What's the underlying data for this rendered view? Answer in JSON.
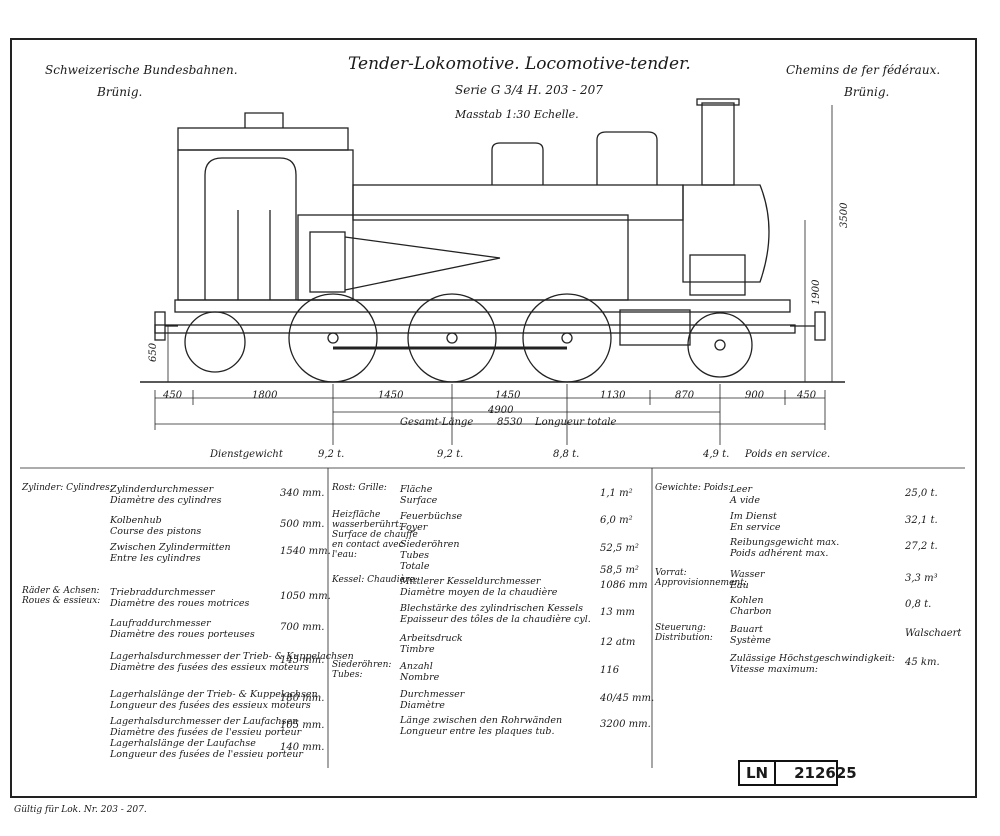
{
  "header": {
    "left_line1": "Schweizerische Bundesbahnen.",
    "left_line2": "Brünig.",
    "title": "Tender-Lokomotive. Locomotive-tender.",
    "serie": "Serie G 3/4 H.  203 - 207",
    "scale": "Masstab 1:30 Echelle.",
    "right_line1": "Chemins de fer fédéraux.",
    "right_line2": "Brünig."
  },
  "dimensions": {
    "overall_height": "3500",
    "boiler_axis": "1900",
    "buffer_height": "650",
    "segments": [
      "450",
      "1800",
      "1450",
      "1450",
      "1130",
      "870",
      "900",
      "450"
    ],
    "wheelbase": "4900",
    "total_label_de": "Gesamt-Länge",
    "total_value": "8530",
    "total_label_fr": "Longueur totale"
  },
  "weights": {
    "label": "Dienstgewicht",
    "axle1": "9,2 t.",
    "axle2": "9,2 t.",
    "axle3": "8,8 t.",
    "axle4": "4,9 t.",
    "label_fr": "Poids en service."
  },
  "table": {
    "col1": [
      {
        "group": "Zylinder: Cylindres:",
        "de": "Zylinderdurchmesser",
        "fr": "Diamètre des cylindres",
        "value": "340 mm."
      },
      {
        "group": "",
        "de": "Kolbenhub",
        "fr": "Course des pistons",
        "value": "500 mm."
      },
      {
        "group": "",
        "de": "Zwischen Zylindermitten",
        "fr": "Entre les cylindres",
        "value": "1540 mm."
      },
      {
        "group": "Räder & Achsen: Roues & essieux:",
        "de": "Triebraddurchmesser",
        "fr": "Diamètre des roues motrices",
        "value": "1050 mm."
      },
      {
        "group": "",
        "de": "Laufraddurchmesser",
        "fr": "Diamètre des roues porteuses",
        "value": "700 mm."
      },
      {
        "group": "",
        "de": "Lagerhalsdurchmesser der Trieb- & Kuppelachsen",
        "fr": "Diamètre des fusées des essieux moteurs",
        "value": "145 mm."
      },
      {
        "group": "",
        "de": "Lagerhalslänge der Trieb- & Kuppelachsen",
        "fr": "Longueur des fusées des essieux moteurs",
        "value": "180 mm."
      },
      {
        "group": "",
        "de": "Lagerhalsdurchmesser der Laufachsen",
        "fr": "Diamètre des fusées de l'essieu porteur",
        "value": "105 mm."
      },
      {
        "group": "",
        "de": "Lagerhalslänge der Laufachse",
        "fr": "Longueur des fusées de l'essieu porteur",
        "value": "140 mm."
      }
    ],
    "col2": [
      {
        "group": "Rost: Grille:",
        "de": "Fläche",
        "fr": "Surface",
        "value": "1,1 m²"
      },
      {
        "group": "Heizfläche wasserberührt: Surface de chauffe en contact avec l'eau:",
        "de": "Feuerbüchse",
        "fr": "Foyer",
        "value": "6,0 m²"
      },
      {
        "group": "",
        "de": "Siederöhren",
        "fr": "Tubes",
        "value": "52,5 m²"
      },
      {
        "group": "",
        "de": "Totale",
        "fr": "",
        "value": "58,5 m²"
      },
      {
        "group": "Kessel: Chaudière:",
        "de": "Mittlerer Kesseldurchmesser",
        "fr": "Diamètre moyen de la chaudière",
        "value": "1086 mm"
      },
      {
        "group": "",
        "de": "Blechstärke des zylindrischen Kessels",
        "fr": "Epaisseur des tôles de la chaudière cyl.",
        "value": "13 mm"
      },
      {
        "group": "",
        "de": "Arbeitsdruck",
        "fr": "Timbre",
        "value": "12 atm"
      },
      {
        "group": "Siederöhren: Tubes:",
        "de": "Anzahl",
        "fr": "Nombre",
        "value": "116"
      },
      {
        "group": "",
        "de": "Durchmesser",
        "fr": "Diamètre",
        "value": "40/45 mm."
      },
      {
        "group": "",
        "de": "Länge zwischen den Rohrwänden",
        "fr": "Longueur entre les plaques tub.",
        "value": "3200 mm."
      }
    ],
    "col3": [
      {
        "group": "Gewichte: Poids:",
        "de": "Leer",
        "fr": "A vide",
        "value": "25,0 t."
      },
      {
        "group": "",
        "de": "Im Dienst",
        "fr": "En service",
        "value": "32,1 t."
      },
      {
        "group": "",
        "de": "Reibungsgewicht max.",
        "fr": "Poids adhérent max.",
        "value": "27,2 t."
      },
      {
        "group": "Vorrat: Approvisionnement:",
        "de": "Wasser",
        "fr": "Eau",
        "value": "3,3 m³"
      },
      {
        "group": "",
        "de": "Kohlen",
        "fr": "Charbon",
        "value": "0,8 t."
      },
      {
        "group": "Steuerung: Distribution:",
        "de": "Bauart",
        "fr": "Système",
        "value": "Walschaert"
      },
      {
        "group": "",
        "de": "Zulässige Höchstgeschwindigkeit:",
        "fr": "Vitesse maximum:",
        "value": "45 km."
      }
    ]
  },
  "stamp": {
    "prefix": "LN",
    "number": "212625"
  },
  "footnote": "Gültig für Lok. Nr. 203 - 207."
}
